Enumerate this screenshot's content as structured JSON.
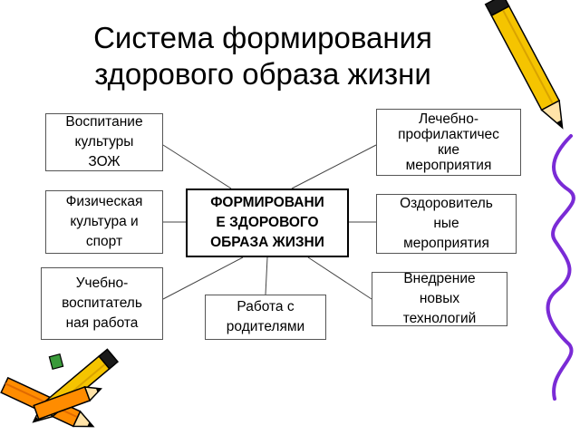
{
  "title": {
    "line1": "Система формирования",
    "line2": "здорового образа жизни"
  },
  "center": {
    "lines": [
      "ФОРМИРОВАНИ",
      "Е ЗДОРОВОГО",
      "ОБРАЗА ЖИЗНИ"
    ]
  },
  "nodes": {
    "upbringing": [
      "Воспитание",
      "культуры",
      "ЗОЖ"
    ],
    "physical": [
      "Физическая",
      "культура и",
      "спорт"
    ],
    "educational": [
      "Учебно-",
      "воспитатель",
      "ная работа"
    ],
    "parents": [
      "Работа с",
      "родителями"
    ],
    "therapeutic": [
      "Лечебно-",
      "профилактичес",
      "кие",
      "мероприятия"
    ],
    "wellness": [
      "Оздоровитель",
      "ные",
      "мероприятия"
    ],
    "technologies": [
      "Внедрение",
      "новых",
      "технологий"
    ]
  },
  "decorations": {
    "pencil_colors": [
      "#f5c400",
      "#ff8c00",
      "#1a1a1a"
    ],
    "squiggle_color": "#7a2bd6"
  }
}
